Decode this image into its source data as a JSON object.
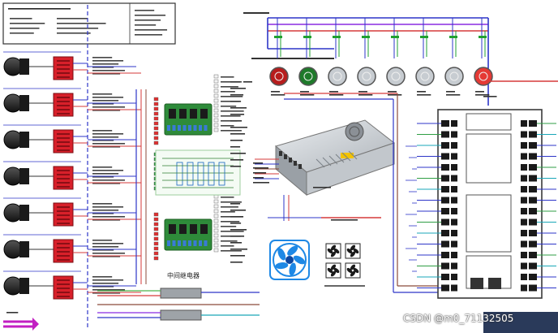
{
  "diagram": {
    "relay_board_label": "中间继电器",
    "watermark": "CSDN @m0_71132505"
  },
  "counts": {
    "motor_drives": 7,
    "indicators": 8,
    "plc_terminals_per_side": 16,
    "small_fans": 4
  },
  "colors": {
    "bus_blue": "#2d35c8",
    "bus_red": "#d63a3a",
    "bus_green": "#20a030",
    "bus_brown": "#8b4b3b",
    "bus_purple": "#8a2be2",
    "bus_cyan": "#1aa7b8",
    "signal_green": "#4cb54c",
    "driver_red": "#d8202a",
    "pcb_green": "#2e8b3a",
    "psu_silver": "#cfd3d8",
    "plc_frame": "#3a3a3a",
    "fan_blue": "#1e88e5",
    "terminal_green": "#2f9e44",
    "terminal_red": "#e03030",
    "text_block": "#333333"
  }
}
